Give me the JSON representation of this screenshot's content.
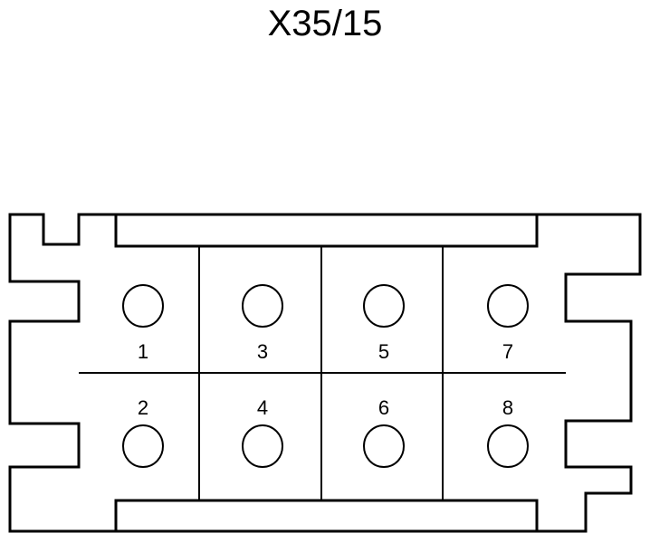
{
  "diagram": {
    "title": "X35/15",
    "line_color": "#000000",
    "background_color": "#ffffff",
    "pins": [
      {
        "label": "1"
      },
      {
        "label": "2"
      },
      {
        "label": "3"
      },
      {
        "label": "4"
      },
      {
        "label": "5"
      },
      {
        "label": "6"
      },
      {
        "label": "7"
      },
      {
        "label": "8"
      }
    ]
  }
}
